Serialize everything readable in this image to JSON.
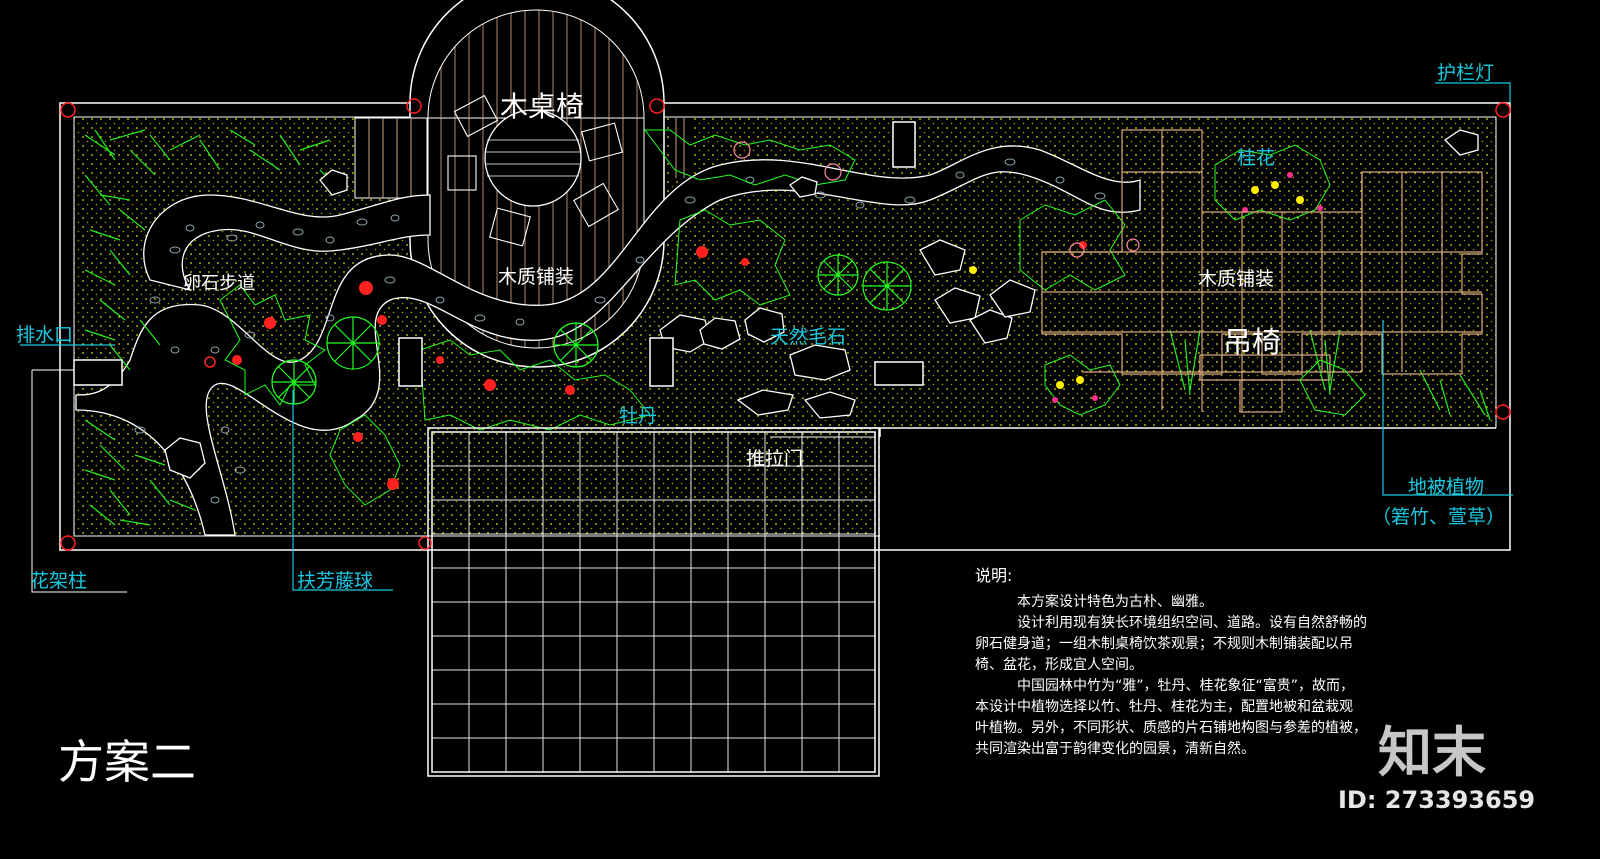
{
  "labels": {
    "table_chairs": "木桌椅",
    "wood_deck_left": "木质铺装",
    "pebble_path": "卵石步道",
    "natural_stone": "天然毛石",
    "peony": "牡丹",
    "sliding_door": "推拉门",
    "wood_deck_right": "木质铺装",
    "hanging_chair": "吊椅",
    "osmanthus": "桂花",
    "railing_light": "护栏灯",
    "ground_cover": "地被植物",
    "ground_cover_sub": "（箬竹、萱草）",
    "drain": "排水口",
    "pergola_column": "花架柱",
    "vine_ball": "扶芳藤球"
  },
  "notes": {
    "title": "说明:",
    "lines": [
      "本方案设计特色为古朴、幽雅。",
      "设计利用现有狭长环境组织空间、道路。设有自然舒畅的",
      "卵石健身道；一组木制桌椅饮茶观景；不规则木制铺装配以吊",
      "椅、盆花，形成宜人空间。",
      "中国园林中竹为“雅”，牡丹、桂花象征“富贵”，故而，",
      "本设计中植物选择以竹、牡丹、桂花为主，配置地被和盆栽观",
      "叶植物。另外，不同形状、质感的片石铺地构图与参差的植被，",
      "共同渲染出富于韵律变化的园景，清新自然。"
    ]
  },
  "scheme_title": "方案二",
  "watermark": {
    "logo": "知末",
    "id": "ID: 273393659"
  },
  "colors": {
    "outline": "#ffffff",
    "cyan_label": "#19c8e0",
    "plant_green": "#22ff22",
    "flower_red": "#ff2020",
    "wood_line": "#c8a27a",
    "dot_yellow": "#e6e600"
  }
}
